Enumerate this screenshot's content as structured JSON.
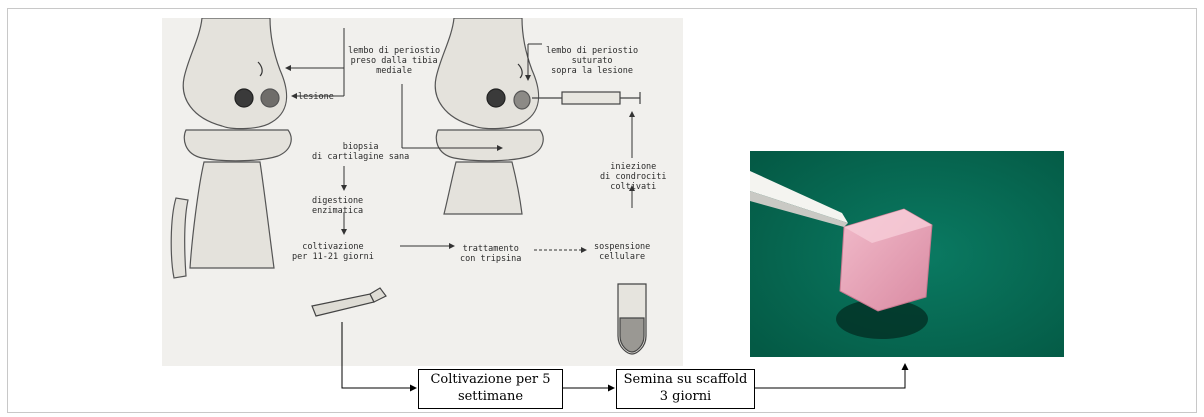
{
  "diagram": {
    "scan_labels": {
      "lembo_tibia": "lembo di periostio\npreso dalla tibia\nmediale",
      "lembo_suturato": "lembo di periostio\nsuturato\nsopra la lesione",
      "lesione": "lesione",
      "biopsia": "biopsia\ndi cartilagine sana",
      "digestione": "digestione\nenzimatica",
      "coltivazione": "coltivazione\nper 11-21 giorni",
      "trattamento": "trattamento\ncon tripsina",
      "sospensione": "sospensione\ncellulare",
      "iniezione": "iniezione\ndi condrociti\ncoltivati"
    },
    "boxes": {
      "coltivazione": "Coltivazione per 5\nsettimane",
      "semina": "Semina su scaffold\n3 giorni"
    }
  }
}
